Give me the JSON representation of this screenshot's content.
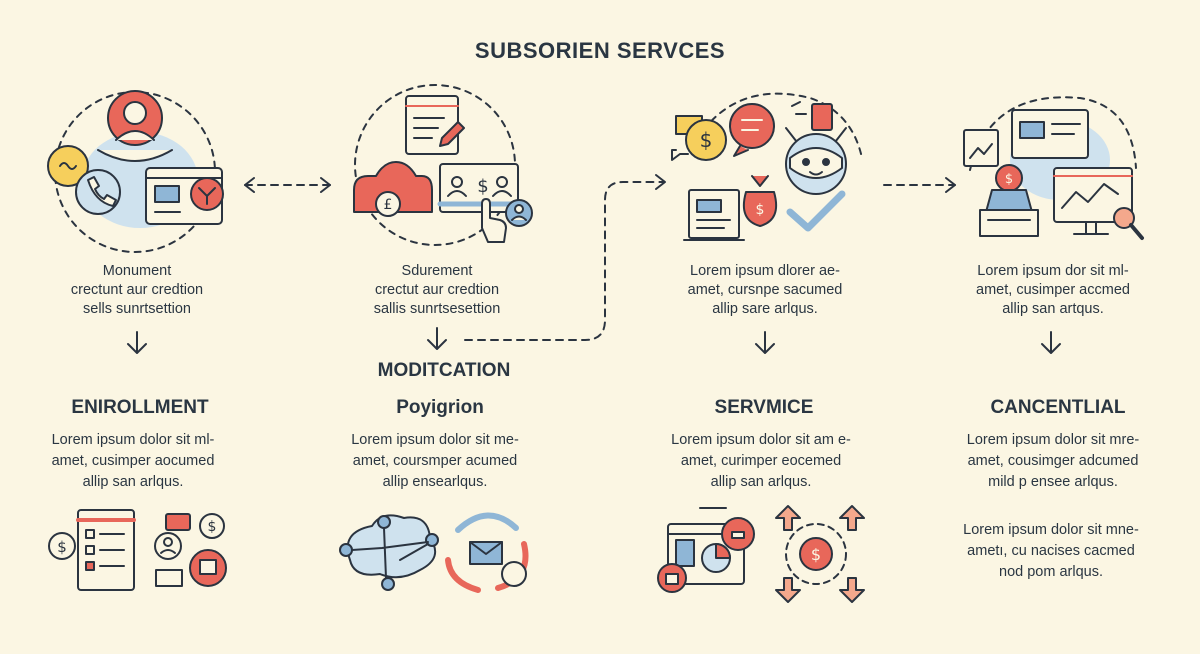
{
  "title": "SUBSORIEN SERVCES",
  "captions": [
    {
      "lines": [
        "Monument",
        "crectunt aur credtion",
        "sells sunrtsettion"
      ]
    },
    {
      "lines": [
        "Sdurement",
        "crectut aur credtion",
        "sallis sunrtsesettion"
      ]
    },
    {
      "lines": [
        "Lorem ipsum dlorer ae-",
        "amet, cursnpe sacumed",
        "allip sare arlqus."
      ]
    },
    {
      "lines": [
        "Lorem ipsum dor sit ml-",
        "amet, cusimper accmed",
        "allip san artqus."
      ]
    }
  ],
  "middle_label": "MODITCATION",
  "stages": [
    {
      "title": "ENIROLLMENT",
      "lines": [
        "Lorem ipsum dolor sit ml-",
        "amet, cusimper aocumed",
        "allip san arlqus."
      ]
    },
    {
      "title": "Poyigrion",
      "lines": [
        "Lorem ipsum dolor sit me-",
        "amet, coursmper acumed",
        "allip ensearlqus."
      ]
    },
    {
      "title": "SERVMICE",
      "lines": [
        "Lorem ipsum dolor sit am e-",
        "amet, curimper eocemed",
        "allip san arlqus."
      ]
    },
    {
      "title": "CANCENTLIAL",
      "lines": [
        "Lorem ipsum dolor sit mre-",
        "amet, cousimger adcumed",
        "mild p ensee arlqus."
      ]
    }
  ],
  "extra_note": {
    "lines": [
      "Lorem ipsum dolor sit mne-",
      "ametı, cu nacises cacmed",
      "nod pom arlqus."
    ]
  },
  "colors": {
    "background": "#fbf6e3",
    "coral": "#e8675a",
    "peach": "#f4a88c",
    "navy": "#2b3440",
    "light_blue": "#cfe2ee",
    "blue": "#8fb6d6",
    "yellow": "#f6cf5c"
  },
  "icons": {
    "step1": [
      "user-avatar-icon",
      "phone-icon",
      "settings-toggle-icon",
      "id-card-icon"
    ],
    "step2": [
      "document-edit-icon",
      "pound-coin-badge-icon",
      "payment-card-icon",
      "pointer-hand-icon"
    ],
    "step3": [
      "dollar-chat-icon",
      "speech-bubble-icon",
      "money-bag-icon",
      "mascot-face-icon",
      "checkmark-icon",
      "invoice-icon"
    ],
    "step4": [
      "monitor-chart-icon",
      "framed-chart-icon",
      "dollar-badge-icon",
      "magnifier-icon"
    ],
    "bottom1": [
      "checklist-icon",
      "dollar-coin-icon",
      "user-chat-icon",
      "cash-register-icon"
    ],
    "bottom2": [
      "cloud-network-icon",
      "email-cycle-icon"
    ],
    "bottom3": [
      "dashboard-icon",
      "pie-chart-icon",
      "lock-icon"
    ],
    "bottom4": [
      "dollar-target-arrows-icon"
    ]
  }
}
